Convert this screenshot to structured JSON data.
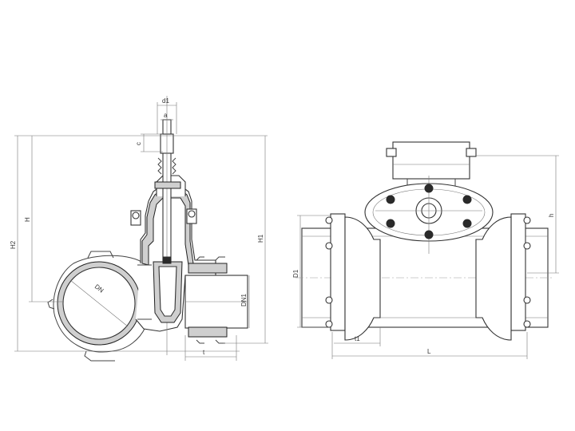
{
  "labels": {
    "d1": "d1",
    "a": "a",
    "c": "c",
    "H2": "H2",
    "H": "H",
    "H1": "H1",
    "DN_diag": "DN",
    "DN1": "DN1",
    "t": "t",
    "D1": "D1",
    "t1": "t1",
    "L": "L",
    "h": "h"
  }
}
